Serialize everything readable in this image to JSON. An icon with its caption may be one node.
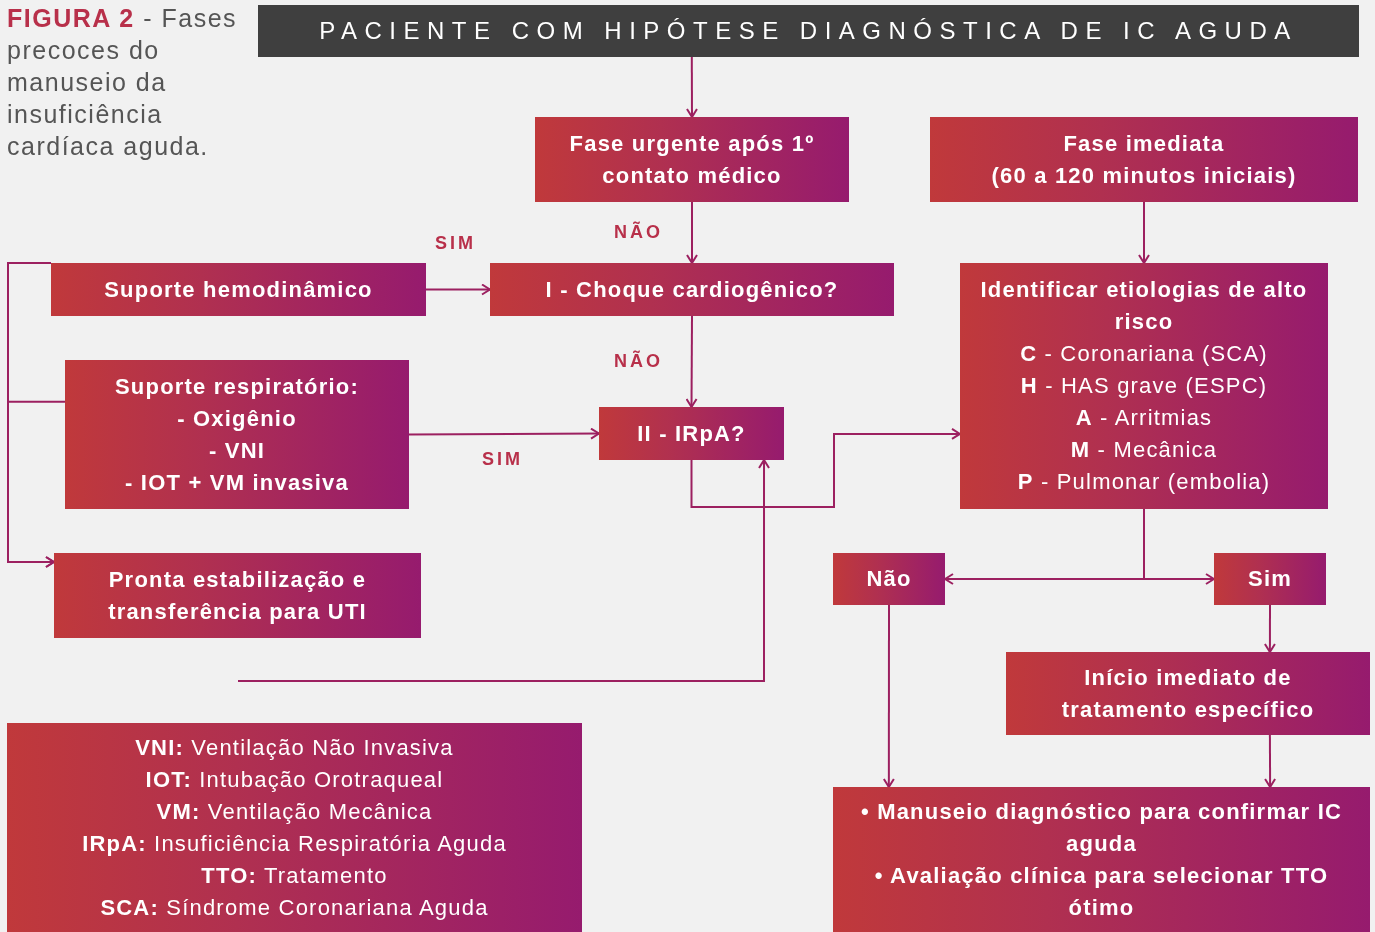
{
  "diagram": {
    "title": "**FIGURA 2** - Fases precoces do manuseio da insuficiência cardíaca aguda.",
    "nodes": [
      {
        "text": [
          "PACIENTE COM HIPÓTESE DIAGNÓSTICA DE IC AGUDA"
        ]
      },
      {
        "text": [
          "Fase urgente após 1º contato médico"
        ]
      },
      {
        "text": [
          "Fase imediata",
          "(60 a 120 minutos iniciais)"
        ]
      },
      {
        "text": [
          "Suporte hemodinâmico"
        ]
      },
      {
        "text": [
          "I - Choque cardiogênico?"
        ]
      },
      {
        "text": [
          "Identificar etiologias de alto risco",
          "**C** - Coronariana (SCA)",
          "**H** - HAS grave (ESPC)",
          "**A** - Arritmias",
          "**M** - Mecânica",
          "**P** - Pulmonar (embolia)"
        ]
      },
      {
        "text": [
          "Suporte respiratório:",
          "- Oxigênio",
          "- VNI",
          "- IOT + VM invasiva"
        ]
      },
      {
        "text": [
          "II - IRpA?"
        ]
      },
      {
        "text": [
          "Pronta estabilização e transferência para UTI"
        ]
      },
      {
        "text": [
          "Não"
        ]
      },
      {
        "text": [
          "Sim"
        ]
      },
      {
        "text": [
          "Início imediato de tratamento específico"
        ]
      },
      {
        "text": [
          "**VNI:** Ventilação Não Invasiva",
          "**IOT:** Intubação Orotraqueal",
          "**VM:** Ventilação Mecânica",
          "**IRpA:** Insuficiência Respiratória Aguda",
          "**TTO:** Tratamento",
          "**SCA:** Síndrome Coronariana Aguda"
        ]
      },
      {
        "text": [
          "• Manuseio diagnóstico para confirmar IC aguda",
          "• Avaliação clínica para selecionar TTO ótimo"
        ]
      }
    ],
    "edges": [
      {
        "from": 0,
        "to": 1,
        "arrow": "to"
      },
      {
        "from": 1,
        "to": 4,
        "arrow": "to",
        "label": "NÃO"
      },
      {
        "from": 2,
        "to": 5,
        "arrow": "to"
      },
      {
        "from": 3,
        "to": 4,
        "arrow": "to",
        "label": "SIM"
      },
      {
        "from": 4,
        "to": 7,
        "arrow": "to",
        "label": "NÃO"
      },
      {
        "from": 6,
        "to": 7,
        "arrow": "to",
        "label": "SIM"
      },
      {
        "from": 7,
        "to": 5,
        "arrow": "to"
      },
      {
        "from": null,
        "to": 7,
        "arrow": "to"
      },
      {
        "from": 3,
        "to": 8,
        "arrow": "to"
      },
      {
        "from": 6,
        "to": 8,
        "arrow": "to"
      },
      {
        "from": 5,
        "to": 9,
        "arrow": "to"
      },
      {
        "from": 5,
        "to": 10,
        "arrow": "to"
      },
      {
        "from": 10,
        "to": 11,
        "arrow": "to"
      },
      {
        "from": 9,
        "to": 13,
        "arrow": "to"
      },
      {
        "from": 11,
        "to": 13,
        "arrow": "to"
      }
    ]
  }
}
